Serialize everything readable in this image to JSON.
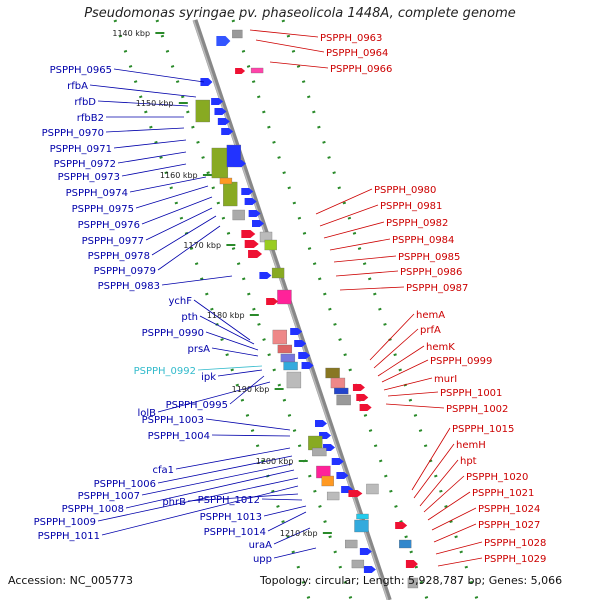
{
  "title": "Pseudomonas syringae pv. phaseolicola 1448A, complete genome",
  "footer": {
    "accession": "Accession: NC_005773",
    "topology": "Topology: circular; Length: 5,928,787 bp; Genes: 5,066"
  },
  "colors": {
    "left_labels": "#0000aa",
    "right_labels": "#cc0000",
    "highlight": "#33bbcc",
    "backbone": "#888888",
    "tick": "#2a8a2a"
  },
  "ticks": [
    "1140 kbp",
    "1150 kbp",
    "1160 kbp",
    "1170 kbp",
    "1180 kbp",
    "1190 kbp",
    "1200 kbp",
    "1210 kbp"
  ],
  "left_labels": [
    "PSPPH_0965",
    "rfbA",
    "rfbD",
    "rfbB2",
    "PSPPH_0970",
    "PSPPH_0971",
    "PSPPH_0972",
    "PSPPH_0973",
    "PSPPH_0974",
    "PSPPH_0975",
    "PSPPH_0976",
    "PSPPH_0977",
    "PSPPH_0978",
    "PSPPH_0979",
    "PSPPH_0983",
    "ychF",
    "pth",
    "PSPPH_0990",
    "prsA",
    "PSPPH_0992",
    "ipk",
    "PSPPH_0995",
    "lolB",
    "PSPPH_1003",
    "PSPPH_1004",
    "cfa1",
    "PSPPH_1006",
    "PSPPH_1007",
    "PSPPH_1008",
    "PSPPH_1009",
    "PSPPH_1011",
    "phrB",
    "PSPPH_1012",
    "PSPPH_1013",
    "PSPPH_1014",
    "uraA",
    "upp"
  ],
  "right_labels": [
    "PSPPH_0963",
    "PSPPH_0964",
    "PSPPH_0966",
    "PSPPH_0980",
    "PSPPH_0981",
    "PSPPH_0982",
    "PSPPH_0984",
    "PSPPH_0985",
    "PSPPH_0986",
    "PSPPH_0987",
    "hemA",
    "prfA",
    "hemK",
    "PSPPH_0999",
    "murI",
    "PSPPH_1001",
    "PSPPH_1002",
    "PSPPH_1015",
    "hemH",
    "hpt",
    "PSPPH_1020",
    "PSPPH_1021",
    "PSPPH_1024",
    "PSPPH_1027",
    "PSPPH_1028",
    "PSPPH_1029"
  ]
}
